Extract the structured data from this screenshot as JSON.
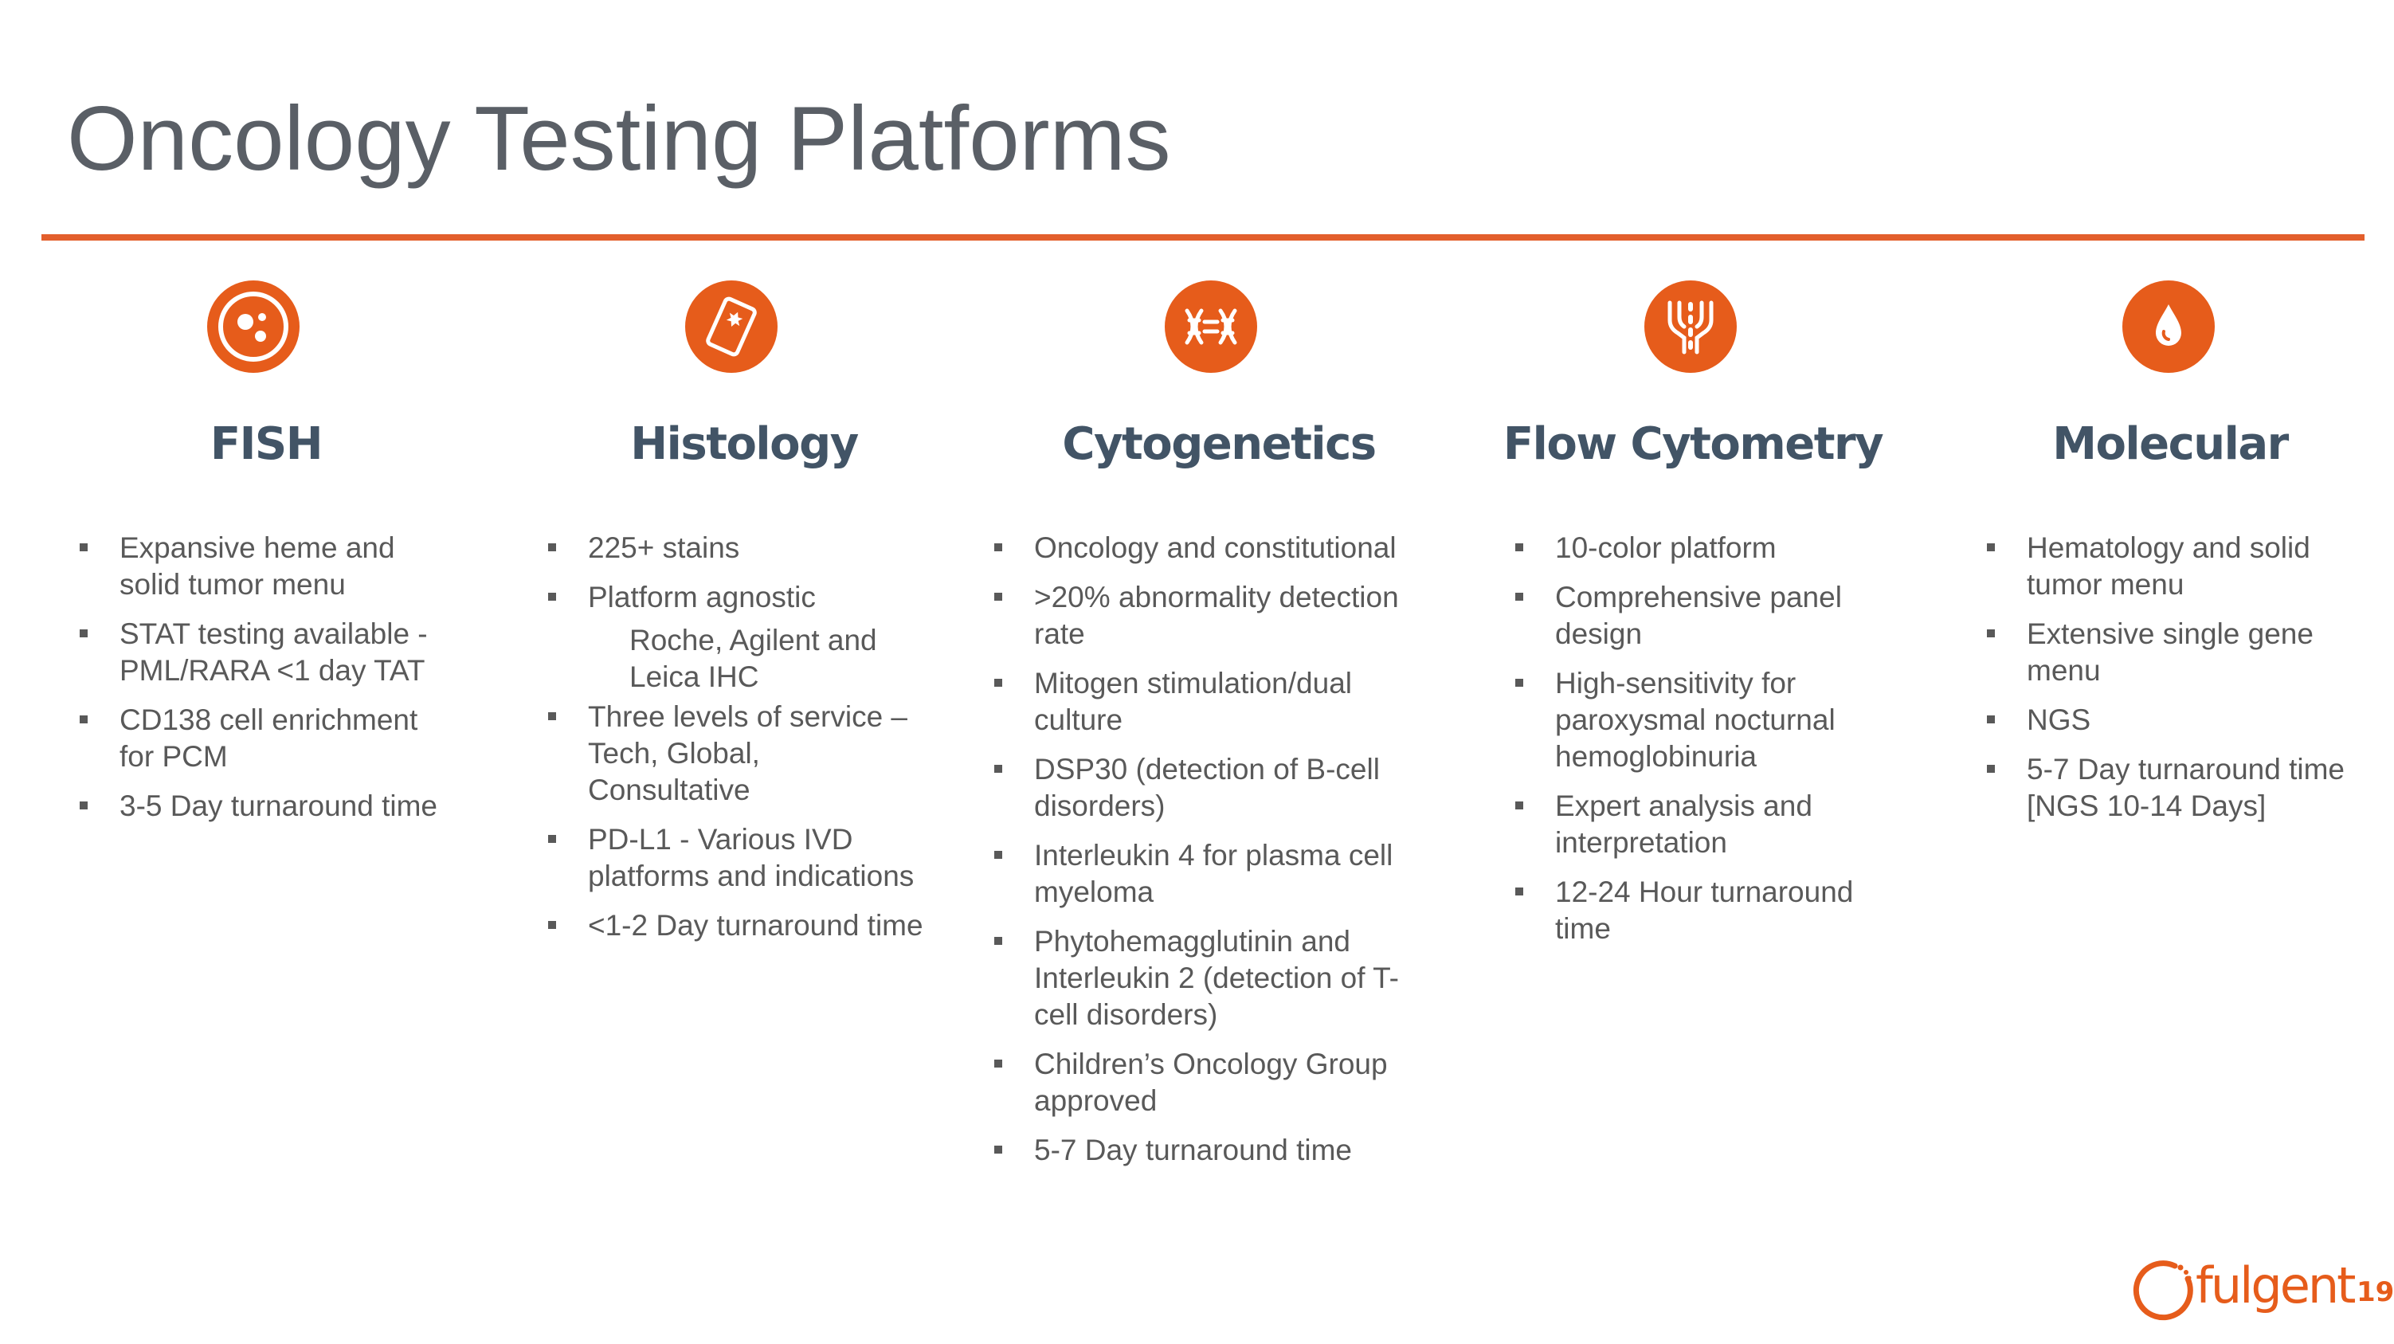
{
  "slide": {
    "title": "Oncology Testing Platforms",
    "page_number": "19",
    "accent_color": "#e65c1b",
    "rule_color": "#e35f2c",
    "heading_color": "#425466"
  },
  "logo": {
    "text": "fulgent",
    "icon": "fulgent-ring-logo-icon"
  },
  "columns": [
    {
      "title": "FISH",
      "icon": "cell-icon",
      "items": [
        {
          "text": "Expansive heme and solid tumor menu"
        },
        {
          "text": "STAT testing available - PML/RARA <1 day TAT"
        },
        {
          "text": "CD138 cell enrichment for PCM"
        },
        {
          "text": "3-5 Day turnaround time"
        }
      ]
    },
    {
      "title": "Histology",
      "icon": "slide-icon",
      "items": [
        {
          "text": "225+ stains"
        },
        {
          "text": "Platform agnostic"
        },
        {
          "text": "Roche, Agilent and Leica IHC"
        },
        {
          "text": "Three levels of service – Tech, Global, Consultative"
        },
        {
          "text": "PD-L1 - Various IVD platforms and indications"
        },
        {
          "text": "<1-2 Day turnaround time"
        }
      ]
    },
    {
      "title": "Cytogenetics",
      "icon": "chromosome-icon",
      "items": [
        {
          "text": "Oncology and constitutional"
        },
        {
          "text": ">20% abnormality detection rate"
        },
        {
          "text": "Mitogen stimulation/dual culture"
        },
        {
          "text": "DSP30 (detection of B-cell disorders)"
        },
        {
          "text": "Interleukin 4 for plasma cell myeloma"
        },
        {
          "text": "Phytohemagglutinin and Interleukin 2 (detection of T-cell disorders)"
        },
        {
          "text": "Children’s Oncology Group approved"
        },
        {
          "text": "5-7 Day turnaround time"
        }
      ]
    },
    {
      "title": "Flow Cytometry",
      "icon": "flow-channels-icon",
      "items": [
        {
          "text": "10-color platform"
        },
        {
          "text": "Comprehensive panel design"
        },
        {
          "text": "High-sensitivity for paroxysmal nocturnal hemoglobinuria"
        },
        {
          "text": "Expert analysis and interpretation"
        },
        {
          "text": "12-24 Hour turnaround time"
        }
      ]
    },
    {
      "title": "Molecular",
      "icon": "droplet-icon",
      "items": [
        {
          "text": "Hematology and solid tumor menu"
        },
        {
          "text": "Extensive single gene menu"
        },
        {
          "text": "NGS"
        },
        {
          "text": "5-7 Day turnaround time [NGS 10-14 Days]"
        }
      ]
    }
  ]
}
